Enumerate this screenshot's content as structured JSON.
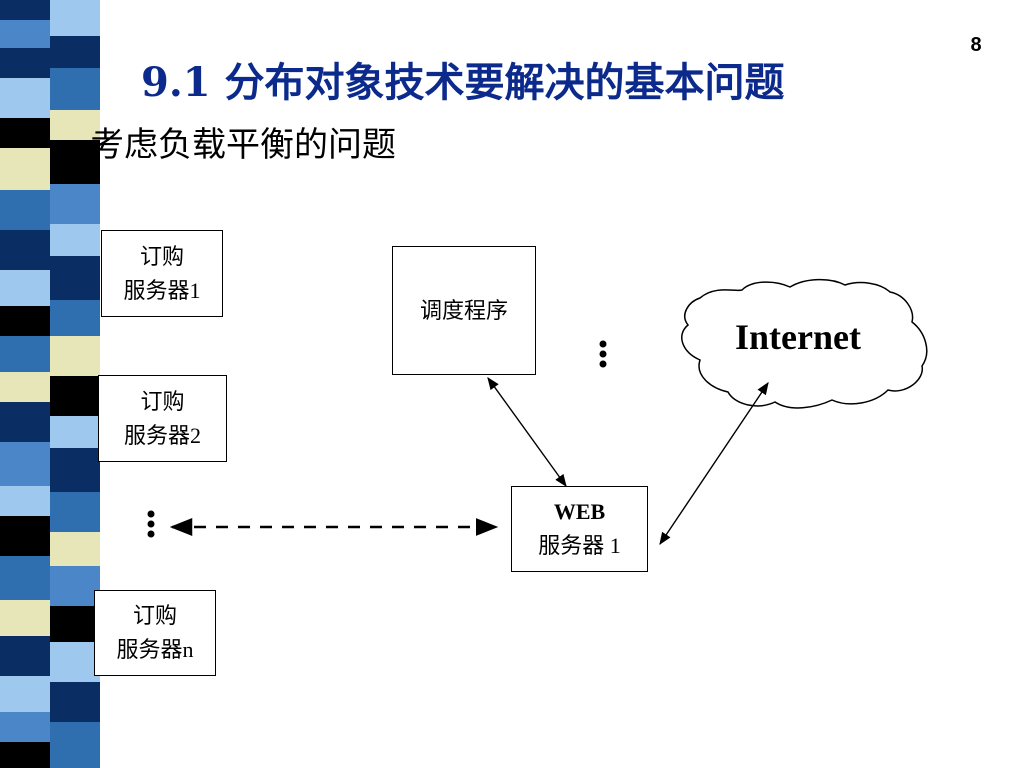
{
  "page_number": "8",
  "title": "9.1 分布对象技术要解决的基本问题",
  "bullet": "考虑负载平衡的问题",
  "nodes": {
    "order_server_1": {
      "line1": "订购",
      "line2": "服务器1"
    },
    "order_server_2": {
      "line1": "订购",
      "line2": "服务器2"
    },
    "order_server_n": {
      "line1": "订购",
      "line2": "服务器n"
    },
    "scheduler": {
      "label": "调度程序"
    },
    "web_server": {
      "line1": "WEB",
      "line2": "服务器 1"
    },
    "internet": {
      "label": "Internet"
    }
  },
  "colors": {
    "title": "#0b2a8c",
    "strip_dark": "#0a2d63",
    "strip_mid": "#2f6fb0",
    "strip_light": "#9ec8ee",
    "strip_cream": "#e6e6b8",
    "strip_black": "#000000"
  }
}
